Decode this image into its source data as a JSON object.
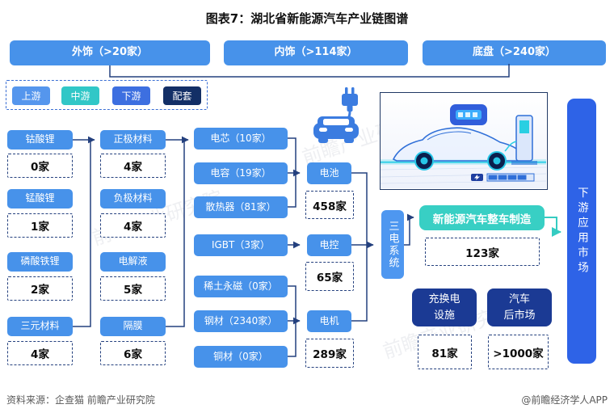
{
  "title": "图表7：湖北省新能源汽车产业链图谱",
  "colors": {
    "primary_blue": "#4792EA",
    "legend_upstream": "#5596ED",
    "legend_midstream": "#31C7C7",
    "legend_downstream": "#3D6FE0",
    "legend_support": "#132F66",
    "system_blue": "#4E97F0",
    "vehicle_teal": "#38CFC4",
    "support_navy": "#1B3A94",
    "bar_blue": "#2E63E7",
    "connector_navy": "#24407E"
  },
  "top_row": [
    {
      "label": "外饰（>20家）"
    },
    {
      "label": "内饰（>114家）"
    },
    {
      "label": "底盘（>240家）"
    }
  ],
  "legend": [
    {
      "label": "上游"
    },
    {
      "label": "中游"
    },
    {
      "label": "下游"
    },
    {
      "label": "配套"
    }
  ],
  "col1": [
    {
      "label": "钴酸锂",
      "count": "0家"
    },
    {
      "label": "锰酸锂",
      "count": "1家"
    },
    {
      "label": "磷酸铁锂",
      "count": "2家"
    },
    {
      "label": "三元材料",
      "count": "4家"
    }
  ],
  "col2": [
    {
      "label": "正极材料",
      "count": "4家"
    },
    {
      "label": "负极材料",
      "count": "4家"
    },
    {
      "label": "电解液",
      "count": "5家"
    },
    {
      "label": "隔膜",
      "count": "6家"
    }
  ],
  "col3": [
    {
      "label": "电芯（10家）"
    },
    {
      "label": "电容（19家）"
    },
    {
      "label": "散热器（81家）"
    },
    {
      "label": "IGBT（3家）"
    },
    {
      "label": "稀土永磁（0家）"
    },
    {
      "label": "钢材（2340家）"
    },
    {
      "label": "铜材（0家）"
    }
  ],
  "col4": [
    {
      "label": "电池",
      "count": "458家"
    },
    {
      "label": "电控",
      "count": "65家"
    },
    {
      "label": "电机",
      "count": "289家"
    }
  ],
  "system_box": {
    "label": "三电系统"
  },
  "vehicle": {
    "label": "新能源汽车整车制造",
    "count": "123家"
  },
  "support": [
    {
      "lines": [
        "充换电",
        "设施"
      ],
      "count": "81家"
    },
    {
      "lines": [
        "汽车",
        "后市场"
      ],
      "count": ">1000家"
    }
  ],
  "downstream_bar": {
    "label": "下游应用市场"
  },
  "watermark": {
    "text": "前瞻产业研究院"
  },
  "footer": {
    "source": "资料来源：企查猫 前瞻产业研究院",
    "credit": "@前瞻经济学人APP"
  }
}
